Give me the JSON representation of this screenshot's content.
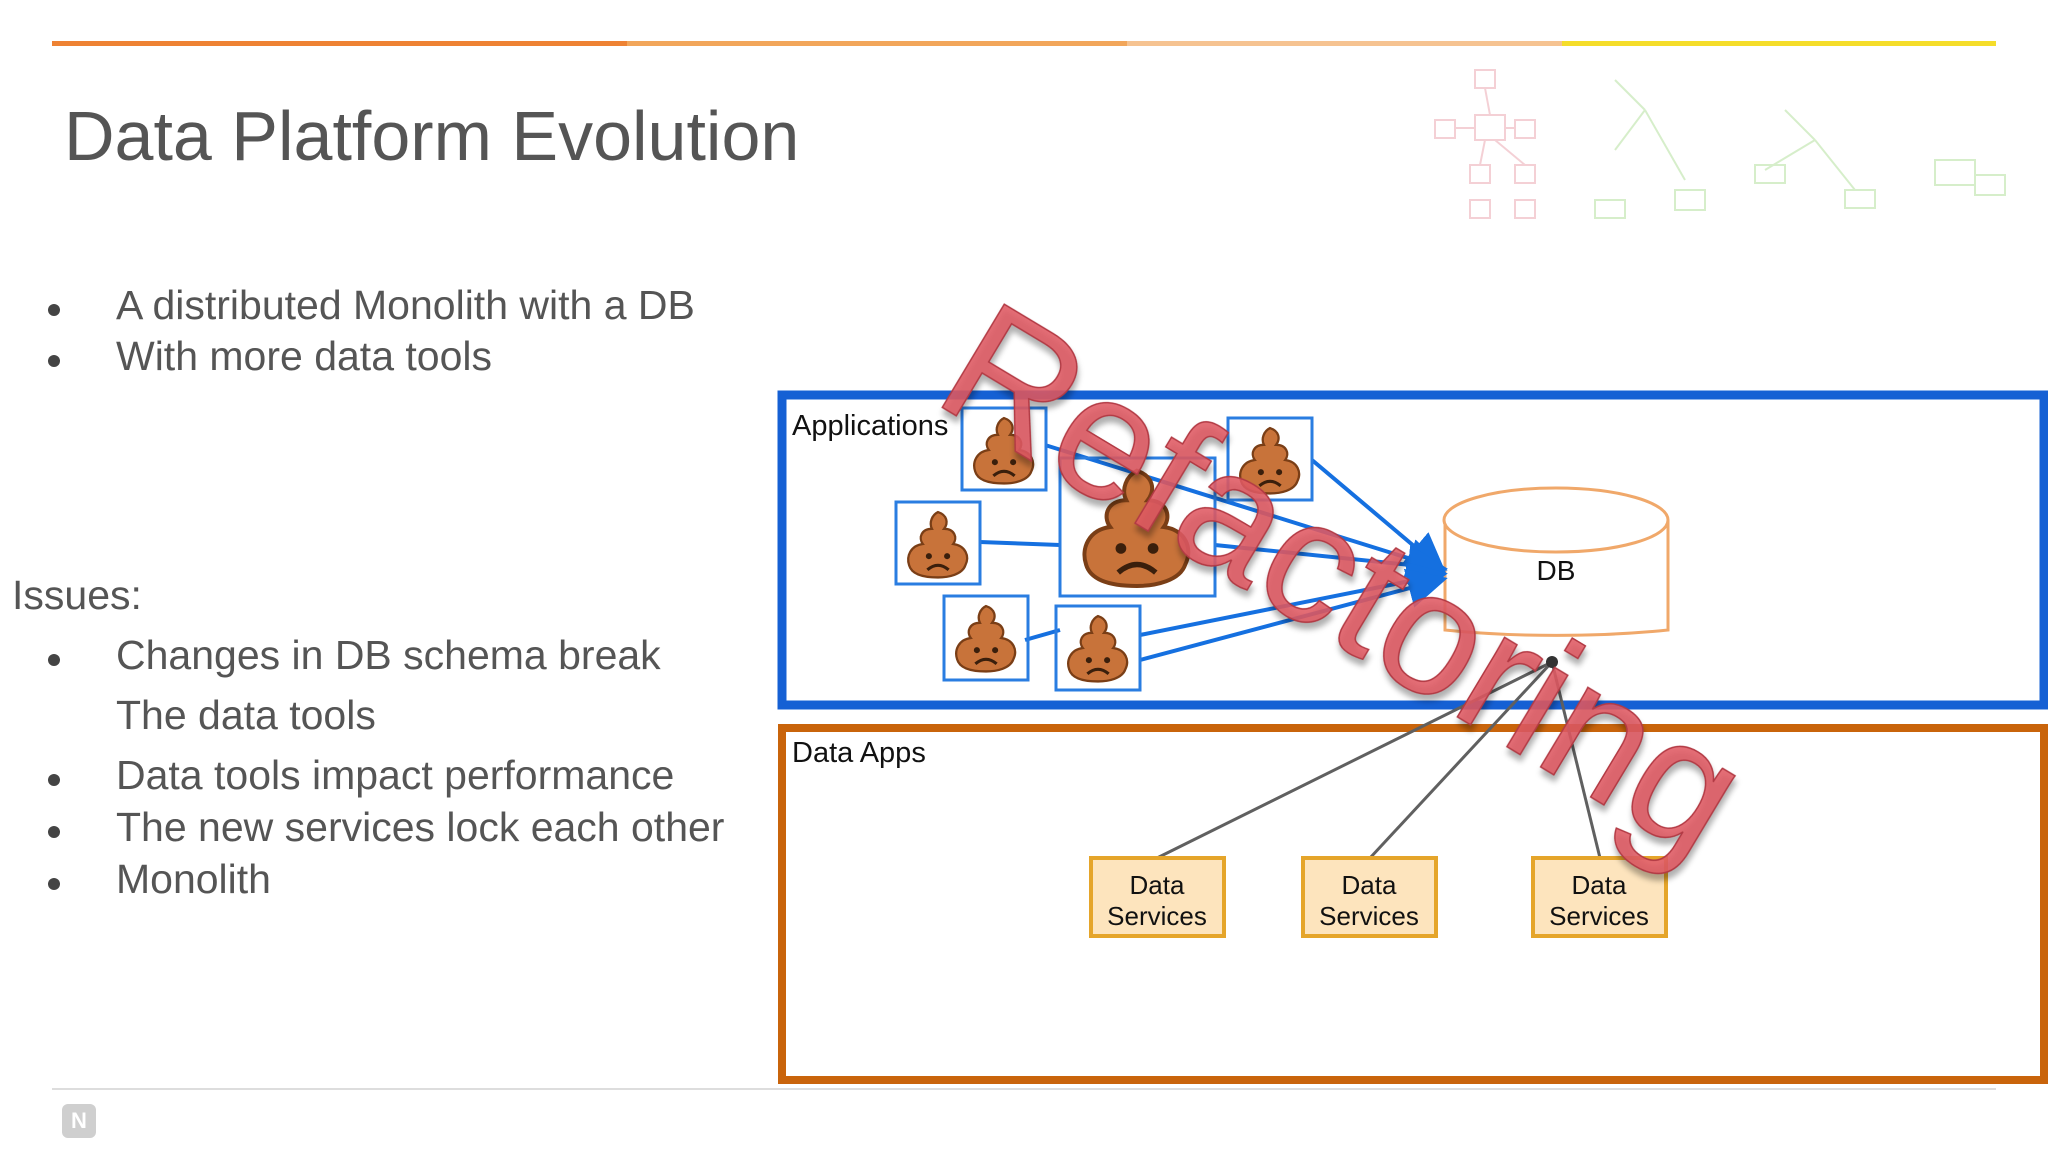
{
  "slide": {
    "title": "Data Platform Evolution",
    "top_bar_colors": [
      "#ee8233",
      "#f2a65a",
      "#f6c391",
      "#f5dd2a"
    ],
    "bullets_top": [
      "A distributed Monolith with a DB",
      "With more data tools"
    ],
    "issues_heading": "Issues:",
    "issues": [
      "Changes in DB schema break",
      "The data tools",
      "Data tools impact performance",
      "The new services lock each other",
      "Monolith"
    ],
    "logo_icon": "app-logo-icon",
    "logo_glyph": "N"
  },
  "diagram": {
    "applications_label": "Applications",
    "data_apps_label": "Data Apps",
    "db_label": "DB",
    "overlay_text": "Refactoring",
    "data_services": [
      {
        "line1": "Data",
        "line2": "Services"
      },
      {
        "line1": "Data",
        "line2": "Services"
      },
      {
        "line1": "Data",
        "line2": "Services"
      }
    ],
    "service_icon": "sad-poop-emoji-icon",
    "colors": {
      "applications_border": "#1560d4",
      "data_apps_border": "#c9640b",
      "db_outline": "#f0a86a",
      "service_fill": "#fde4bd",
      "service_border": "#e5a52a",
      "overlay": "#e05a63",
      "arrow": "#1570e0",
      "connector": "#606060"
    }
  }
}
